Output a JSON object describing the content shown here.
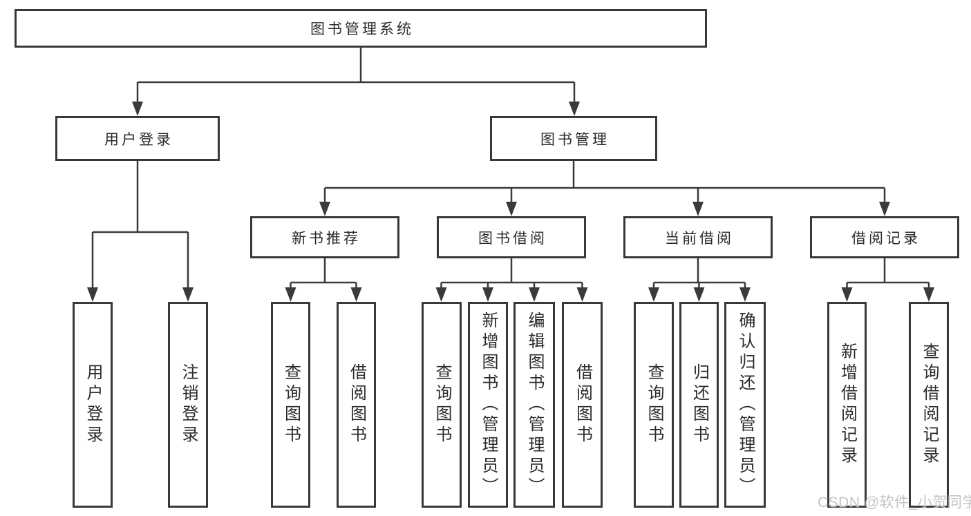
{
  "diagram": {
    "type": "hierarchy",
    "root": {
      "label": "图书管理系统"
    },
    "branches": [
      {
        "label": "用户登录",
        "children": [
          {
            "label": "用户登录"
          },
          {
            "label": "注销登录"
          }
        ]
      },
      {
        "label": "图书管理",
        "children": [
          {
            "label": "新书推荐",
            "children": [
              {
                "label": "查询图书"
              },
              {
                "label": "借阅图书"
              }
            ]
          },
          {
            "label": "图书借阅",
            "children": [
              {
                "label": "查询图书"
              },
              {
                "label": "新增图书（管理员）"
              },
              {
                "label": "编辑图书（管理员）"
              },
              {
                "label": "借阅图书"
              }
            ]
          },
          {
            "label": "当前借阅",
            "children": [
              {
                "label": "查询图书"
              },
              {
                "label": "归还图书"
              },
              {
                "label": "确认归还（管理员）"
              }
            ]
          },
          {
            "label": "借阅记录",
            "children": [
              {
                "label": "新增借阅记录"
              },
              {
                "label": "查询借阅记录"
              }
            ]
          }
        ]
      }
    ]
  },
  "watermark": "CSDN @软件_小贺同学",
  "colors": {
    "line": "#3a3a3a",
    "box_border": "#383838",
    "box_background": "#ffffff",
    "text": "#2b2b2b",
    "watermark": "#c4c4c4",
    "page_background": "#ffffff"
  }
}
